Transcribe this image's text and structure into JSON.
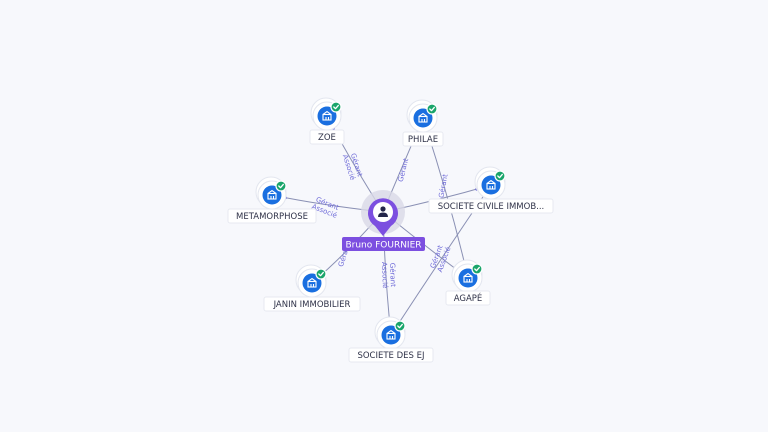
{
  "person": {
    "name": "Bruno FOURNIER",
    "icon": "person-icon"
  },
  "companies": [
    {
      "id": "zoe",
      "name": "ZOE",
      "icon": "building-icon",
      "verified": true
    },
    {
      "id": "philae",
      "name": "PHILAE",
      "icon": "building-icon",
      "verified": true
    },
    {
      "id": "societe-civile",
      "name": "SOCIETE CIVILE IMMOB...",
      "icon": "building-icon",
      "verified": true
    },
    {
      "id": "metamorphose",
      "name": "METAMORPHOSE",
      "icon": "building-icon",
      "verified": true
    },
    {
      "id": "agape",
      "name": "AGAPÉ",
      "icon": "building-icon",
      "verified": true
    },
    {
      "id": "janin",
      "name": "JANIN IMMOBILIER",
      "icon": "building-icon",
      "verified": true
    },
    {
      "id": "societe-des-ej",
      "name": "SOCIETE DES EJ",
      "icon": "building-icon",
      "verified": true
    }
  ],
  "relations": [
    {
      "to": "zoe",
      "roles": [
        "Gérant",
        "Associé"
      ]
    },
    {
      "to": "philae",
      "roles": [
        "Gérant"
      ]
    },
    {
      "to": "societe-civile",
      "roles": [
        "Gérant"
      ]
    },
    {
      "to": "metamorphose",
      "roles": [
        "Gérant",
        "Associé"
      ]
    },
    {
      "to": "agape",
      "roles": [
        "Gérant",
        "Associé"
      ]
    },
    {
      "to": "janin",
      "roles": [
        "Gérant"
      ]
    },
    {
      "to": "societe-des-ej",
      "roles": [
        "Gérant",
        "Associé"
      ]
    }
  ],
  "colors": {
    "company": "#1a6fe0",
    "verified": "#1aa56b",
    "person": "#7c4fe0",
    "relation": "#6e6ad8"
  }
}
